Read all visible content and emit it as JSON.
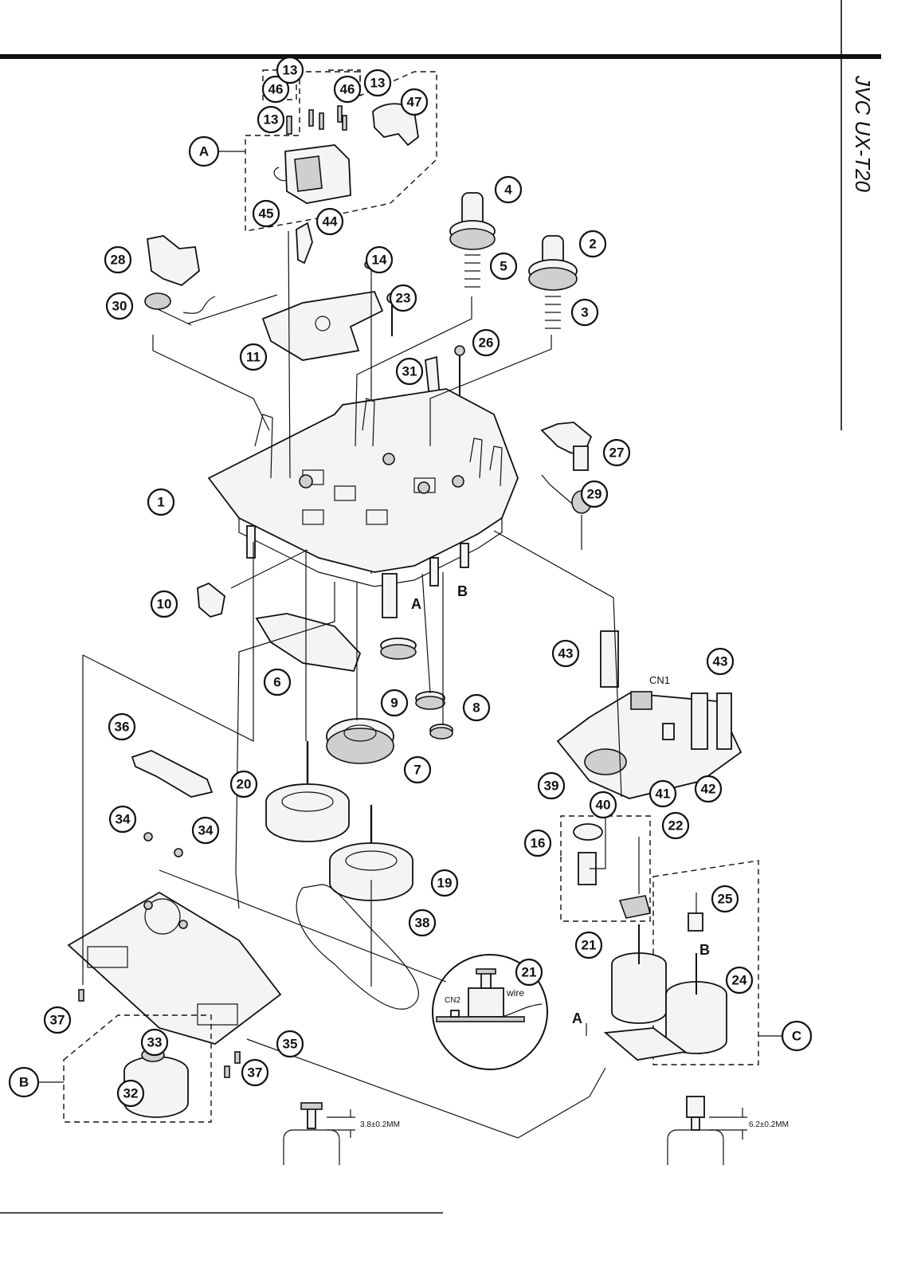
{
  "header": {
    "model_title": "JVC UX-T20"
  },
  "section_labels": [
    "A",
    "B",
    "C"
  ],
  "axis_letters": [
    "A",
    "B",
    "B",
    "A"
  ],
  "inset": {
    "part_no": "21",
    "cn2": "CN2",
    "wire": "wire"
  },
  "cn1": "CN1",
  "dim_left": "3.8±0.2MM",
  "dim_right": "6.2±0.2MM",
  "callouts": [
    "46",
    "13",
    "46",
    "13",
    "13",
    "47",
    "45",
    "44",
    "4",
    "2",
    "5",
    "3",
    "28",
    "30",
    "14",
    "23",
    "11",
    "26",
    "31",
    "27",
    "29",
    "1",
    "10",
    "6",
    "43",
    "43",
    "9",
    "8",
    "36",
    "7",
    "20",
    "39",
    "40",
    "41",
    "42",
    "34",
    "34",
    "16",
    "22",
    "25",
    "19",
    "38",
    "21",
    "24",
    "37",
    "35",
    "33",
    "32",
    "37"
  ]
}
